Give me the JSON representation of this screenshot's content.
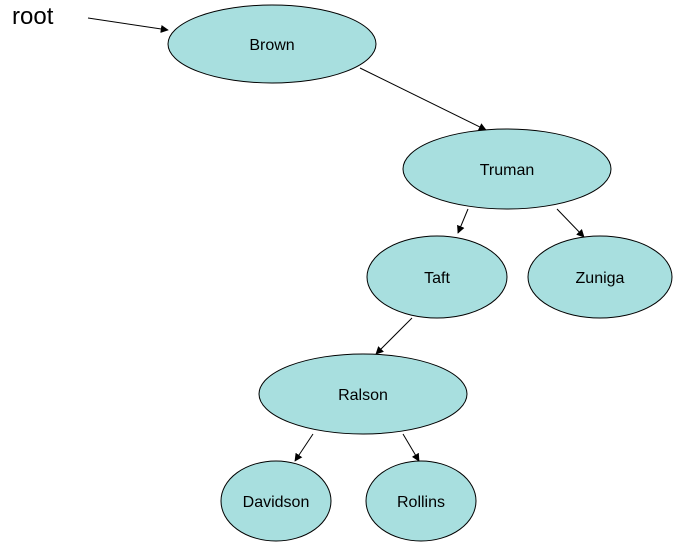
{
  "root_label": "root",
  "colors": {
    "node_fill": "#a8dfdf",
    "node_stroke": "#000000",
    "edge": "#000000",
    "background": "#ffffff"
  },
  "nodes": {
    "brown": "Brown",
    "truman": "Truman",
    "taft": "Taft",
    "zuniga": "Zuniga",
    "ralson": "Ralson",
    "davidson": "Davidson",
    "rollins": "Rollins"
  },
  "edges": [
    {
      "from": "root",
      "to": "Brown"
    },
    {
      "from": "Brown",
      "to": "Truman"
    },
    {
      "from": "Truman",
      "to": "Taft"
    },
    {
      "from": "Truman",
      "to": "Zuniga"
    },
    {
      "from": "Taft",
      "to": "Ralson"
    },
    {
      "from": "Ralson",
      "to": "Davidson"
    },
    {
      "from": "Ralson",
      "to": "Rollins"
    }
  ]
}
